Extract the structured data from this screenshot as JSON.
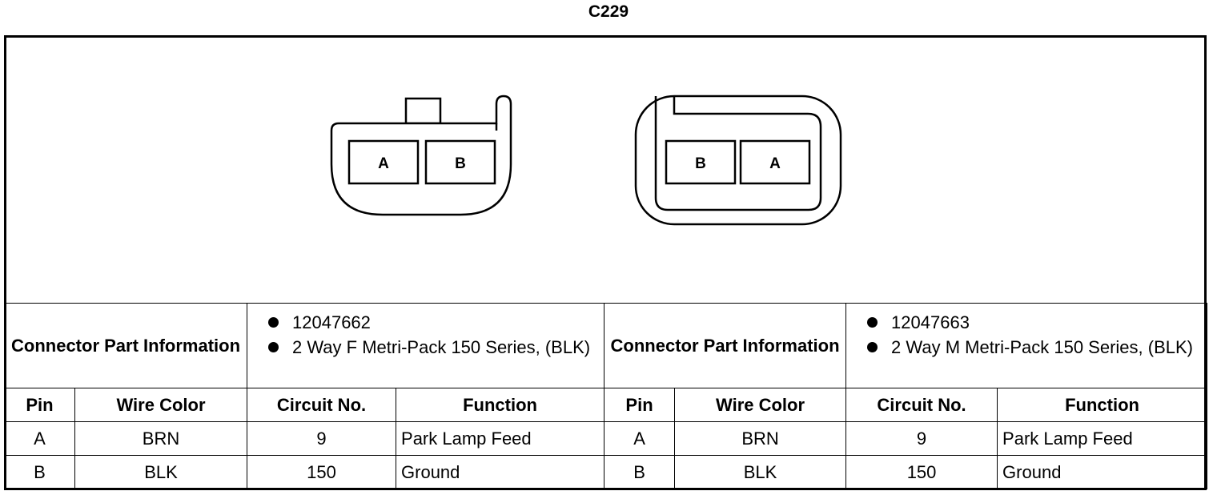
{
  "title": "C229",
  "connectors": [
    {
      "cavity_labels": [
        "A",
        "B"
      ],
      "part_info_label": "Connector Part Information",
      "part_info_items": [
        "12047662",
        "2 Way F Metri-Pack 150 Series, (BLK)"
      ]
    },
    {
      "cavity_labels": [
        "B",
        "A"
      ],
      "part_info_label": "Connector Part Information",
      "part_info_items": [
        "12047663",
        "2 Way M Metri-Pack 150 Series, (BLK)"
      ]
    }
  ],
  "table_headers": [
    "Pin",
    "Wire Color",
    "Circuit No.",
    "Function"
  ],
  "pins_left": [
    {
      "pin": "A",
      "wire_color": "BRN",
      "circuit": "9",
      "function": "Park Lamp Feed"
    },
    {
      "pin": "B",
      "wire_color": "BLK",
      "circuit": "150",
      "function": "Ground"
    }
  ],
  "pins_right": [
    {
      "pin": "A",
      "wire_color": "BRN",
      "circuit": "9",
      "function": "Park Lamp Feed"
    },
    {
      "pin": "B",
      "wire_color": "BLK",
      "circuit": "150",
      "function": "Ground"
    }
  ]
}
